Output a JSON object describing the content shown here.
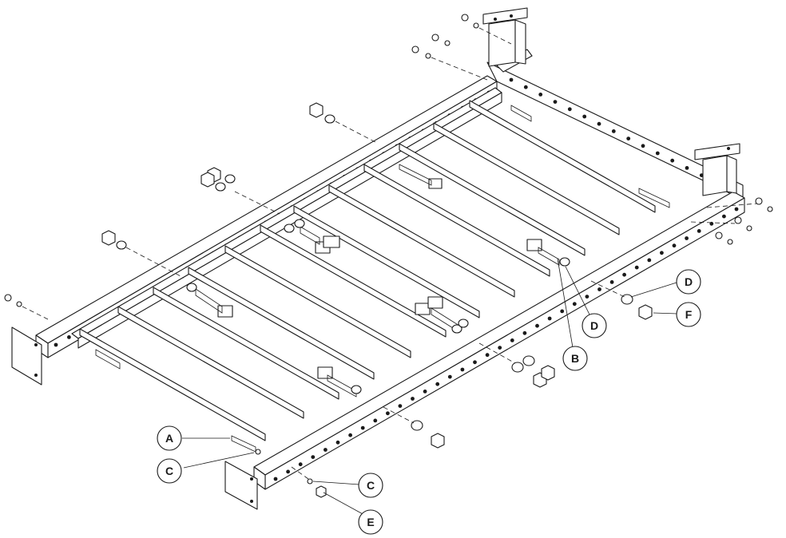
{
  "diagram": {
    "callouts": [
      {
        "id": "A",
        "label": "A"
      },
      {
        "id": "B",
        "label": "B"
      },
      {
        "id": "C1",
        "label": "C"
      },
      {
        "id": "C2",
        "label": "C"
      },
      {
        "id": "D1",
        "label": "D"
      },
      {
        "id": "D2",
        "label": "D"
      },
      {
        "id": "E",
        "label": "E"
      },
      {
        "id": "F",
        "label": "F"
      }
    ],
    "line_color": "#1a1a1a",
    "background": "#ffffff"
  }
}
